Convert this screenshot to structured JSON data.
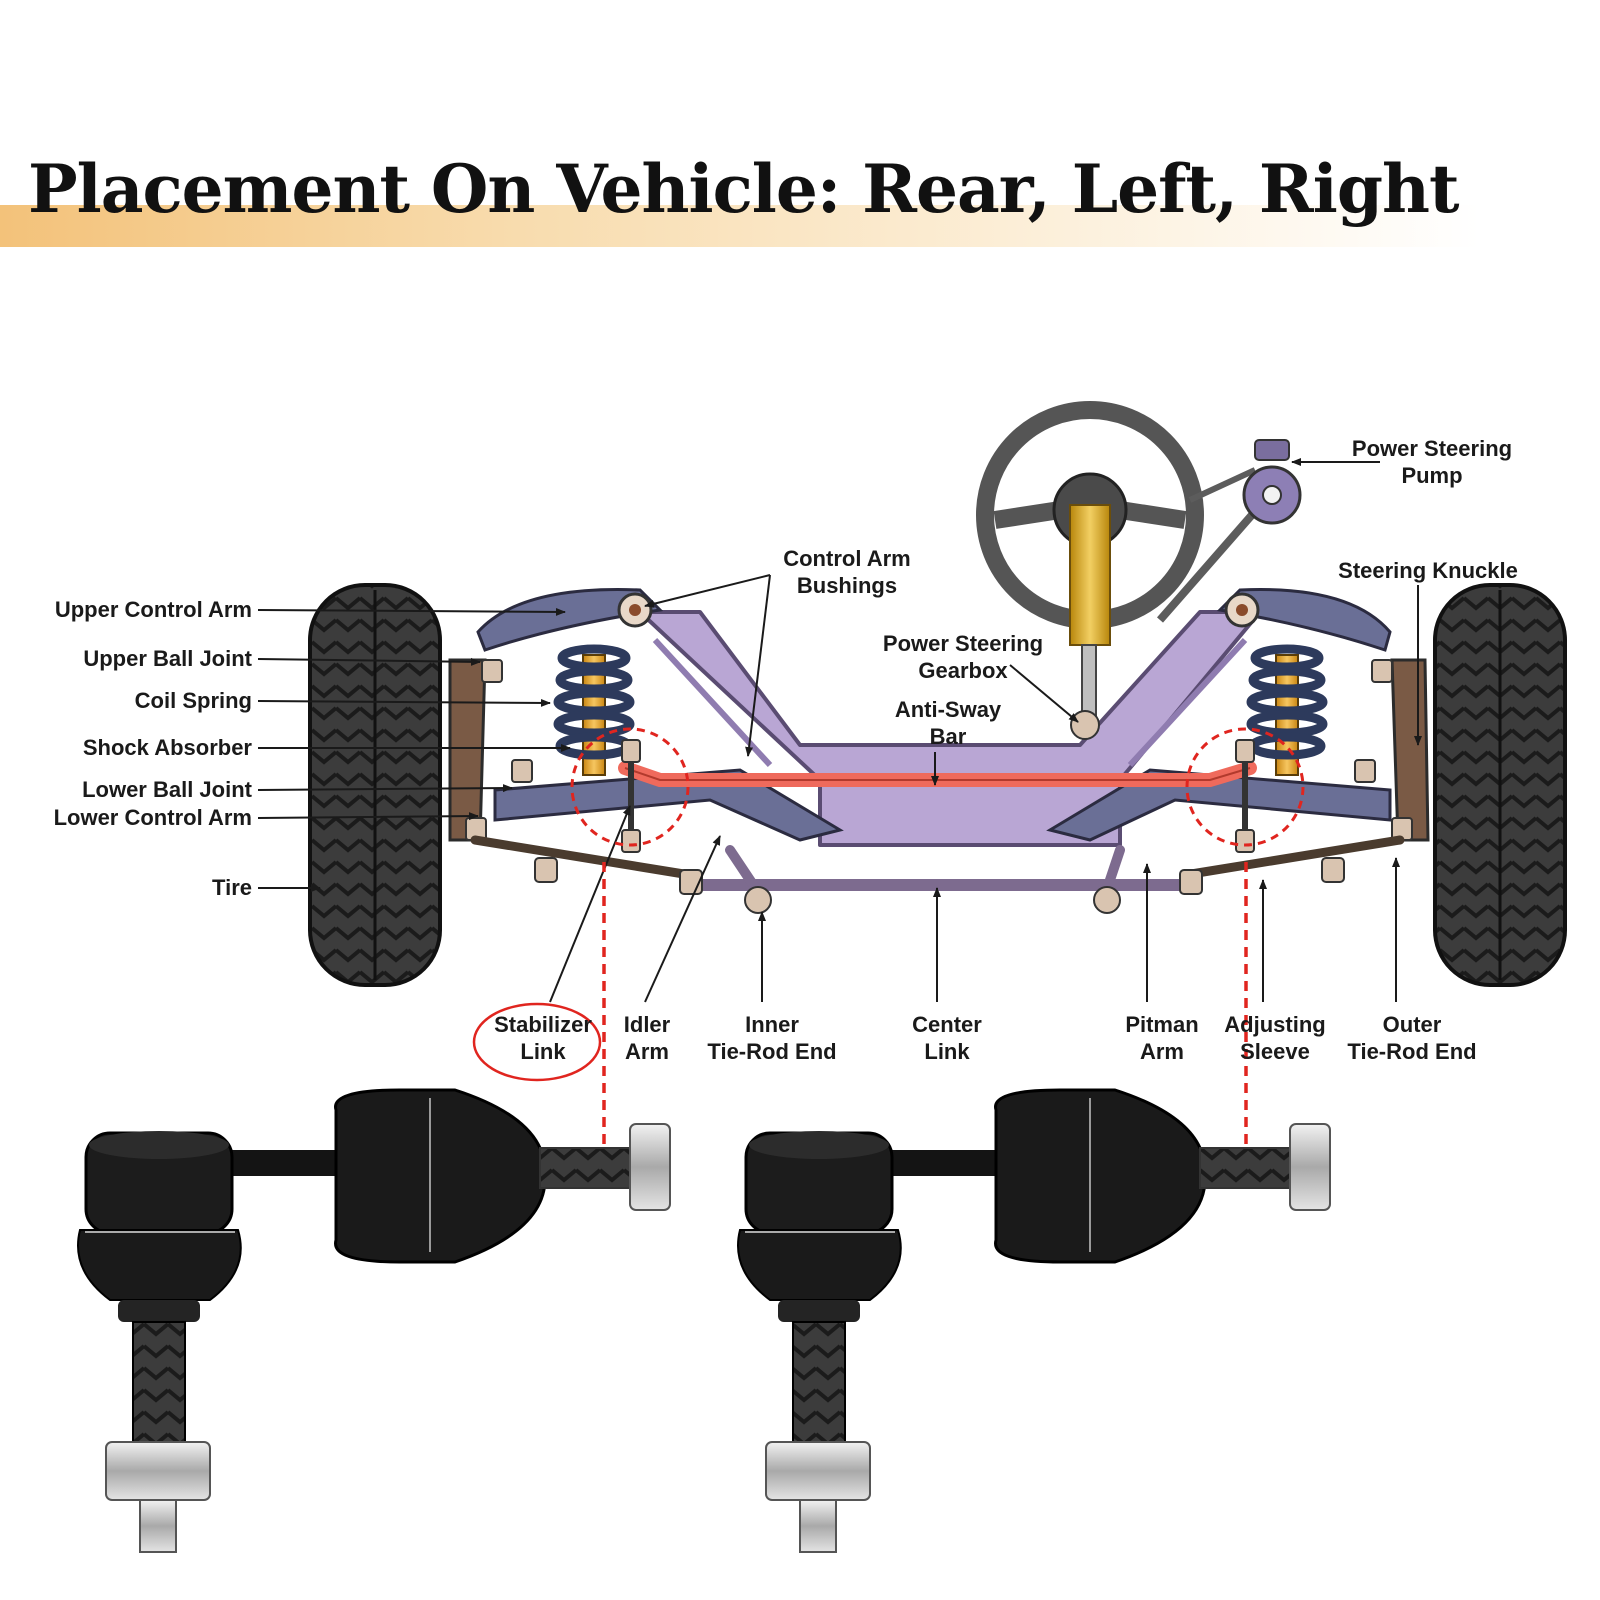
{
  "title": "Placement On Vehicle: Rear, Left, Right",
  "colors": {
    "accent": "#e0251f",
    "frame": "#b9a6d4",
    "frame_stroke": "#5a4c72",
    "control_arm": "#6a6f96",
    "anti_sway_bar": "#ef6a5c",
    "spring": "#2d3a5c",
    "shock": "#f0a830",
    "tire": "#3a3a3a",
    "steering_column": "#e3b444",
    "title_band": "#f3c27a"
  },
  "labels": {
    "upper_control_arm": "Upper Control Arm",
    "upper_ball_joint": "Upper Ball Joint",
    "coil_spring": "Coil Spring",
    "shock_absorber": "Shock Absorber",
    "lower_ball_joint": "Lower Ball Joint",
    "lower_control_arm": "Lower Control Arm",
    "tire": "Tire",
    "control_arm_bushings": [
      "Control Arm",
      "Bushings"
    ],
    "power_steering_gearbox": [
      "Power Steering",
      "Gearbox"
    ],
    "anti_sway_bar": [
      "Anti-Sway",
      "Bar"
    ],
    "power_steering_pump": [
      "Power Steering",
      "Pump"
    ],
    "steering_knuckle": "Steering Knuckle",
    "stabilizer_link": [
      "Stabilizer",
      "Link"
    ],
    "idler_arm": [
      "Idler",
      "Arm"
    ],
    "inner_tie_rod_end": [
      "Inner",
      "Tie-Rod End"
    ],
    "center_link": [
      "Center",
      "Link"
    ],
    "pitman_arm": [
      "Pitman",
      "Arm"
    ],
    "adjusting_sleeve": [
      "Adjusting",
      "Sleeve"
    ],
    "outer_tie_rod_end": [
      "Outer",
      "Tie-Rod End"
    ]
  }
}
